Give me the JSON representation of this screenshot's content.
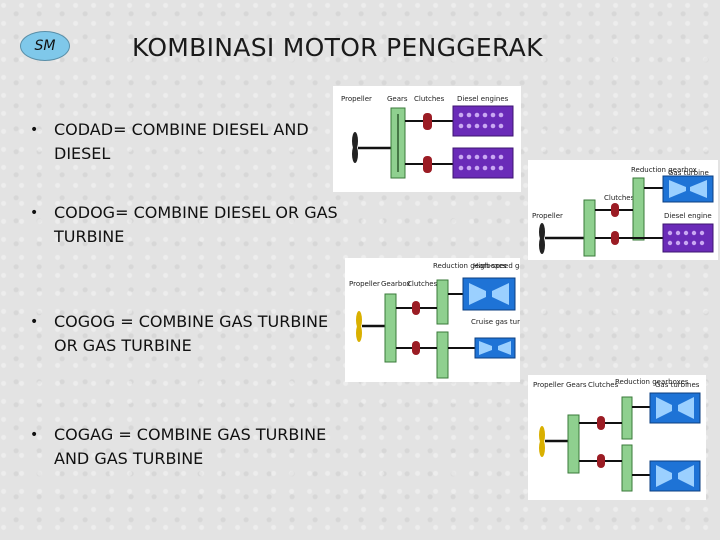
{
  "logo": "SM",
  "title": "KOMBINASI MOTOR PENGGERAK",
  "bullets": [
    {
      "symbol": "•",
      "text": "CODAD= COMBINE DIESEL AND DIESEL"
    },
    {
      "symbol": "•",
      "text": "CODOG= COMBINE DIESEL OR GAS TURBINE"
    },
    {
      "symbol": "•",
      "text": "COGOG = COMBINE GAS TURBINE OR  GAS TURBINE"
    },
    {
      "symbol": "•",
      "text": "COGAG = COMBINE GAS TURBINE AND GAS TURBINE"
    }
  ],
  "diagrams": {
    "codad": {
      "propeller": "Propeller",
      "gears": "Gears",
      "clutches": "Clutches",
      "engines": "Diesel engines"
    },
    "codog": {
      "propeller": "Propeller",
      "clutches": "Clutches",
      "gearbox": "Reduction gearbox",
      "turbine": "Gas turbine",
      "engine": "Diesel engine"
    },
    "cogog": {
      "propeller": "Propeller",
      "gearbox": "Gearbox",
      "clutches": "Clutches",
      "reduction": "Reduction gearboxes",
      "high_speed": "High-speed gas turbine",
      "cruise": "Cruise gas turbine"
    },
    "cogag": {
      "propeller": "Propeller",
      "gears": "Gears",
      "clutches": "Clutches",
      "reduction": "Reduction gearboxes",
      "turbines": "Gas turbines"
    }
  },
  "colors": {
    "gear": "#8fd08f",
    "clutch": "#9b1c24",
    "diesel": "#6a2bb8",
    "turbine": "#1e73d6"
  }
}
